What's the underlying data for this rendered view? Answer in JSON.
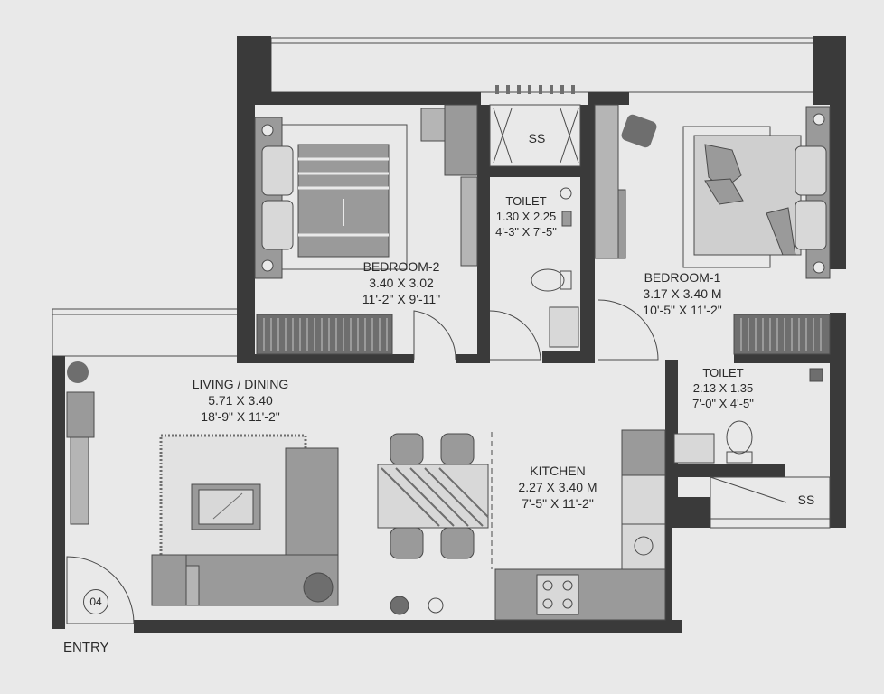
{
  "rooms": {
    "bedroom2": {
      "name": "BEDROOM-2",
      "metric": "3.40 X 3.02",
      "imperial": "11'-2\" X 9'-11\""
    },
    "bedroom1": {
      "name": "BEDROOM-1",
      "metric": "3.17 X 3.40 M",
      "imperial": "10'-5\" X 11'-2\""
    },
    "toilet1": {
      "name": "TOILET",
      "metric": "1.30 X 2.25",
      "imperial": "4'-3\" X 7'-5\""
    },
    "toilet2": {
      "name": "TOILET",
      "metric": "2.13 X 1.35",
      "imperial": "7'-0\" X 4'-5\""
    },
    "living": {
      "name": "LIVING / DINING",
      "metric": "5.71 X 3.40",
      "imperial": "18'-9\" X 11'-2\""
    },
    "kitchen": {
      "name": "KITCHEN",
      "metric": "2.27 X 3.40 M",
      "imperial": "7'-5\" X 11'-2\""
    },
    "ss_top": {
      "name": "SS"
    },
    "ss_right": {
      "name": "SS"
    }
  },
  "entry": {
    "label": "ENTRY",
    "door_number": "04"
  },
  "colors": {
    "wall": "#3a3a3a",
    "furniture": "#9a9a9a",
    "furniture_dark": "#6e6e6e",
    "line": "#4a4a4a",
    "background": "#e9e9e9"
  }
}
